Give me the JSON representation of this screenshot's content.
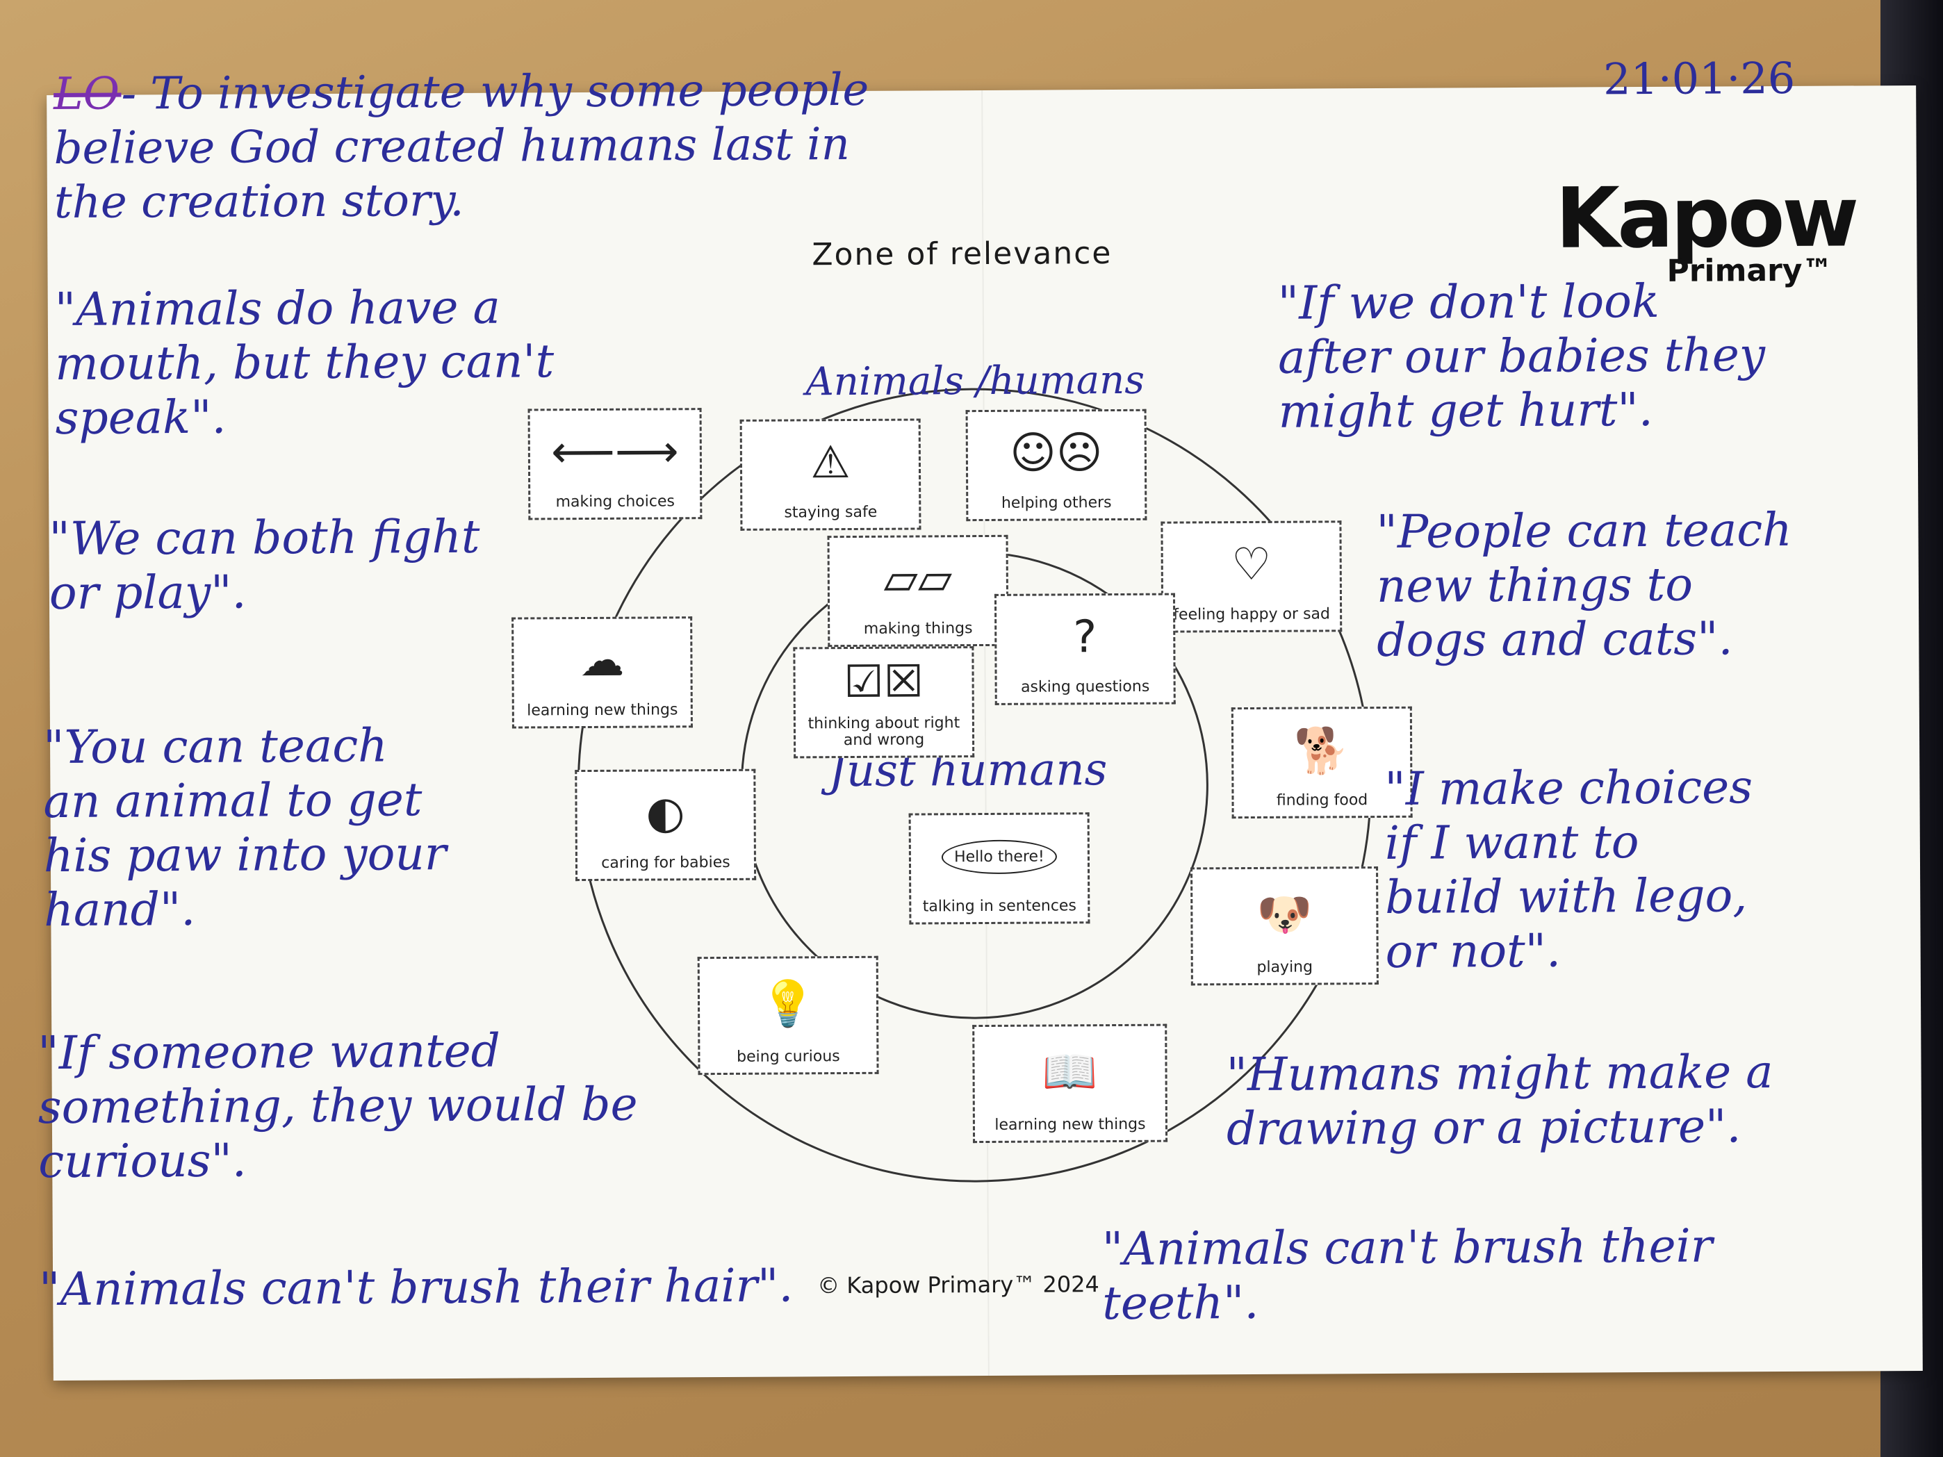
{
  "date": "21·01·26",
  "learning_objective": {
    "prefix": "LO",
    "text": "- To investigate why some people\nbelieve God created humans last in\nthe creation story."
  },
  "logo": {
    "name": "Kapow",
    "sub": "Primary™"
  },
  "diagram": {
    "title": "Zone of relevance",
    "outer_ring_label": "Animals /humans",
    "inner_ring_label": "Just humans",
    "copyright": "© Kapow Primary™ 2024"
  },
  "cards": [
    {
      "label": "making choices",
      "icon": "arrows-icon"
    },
    {
      "label": "staying safe",
      "icon": "warning-icon"
    },
    {
      "label": "helping others",
      "icon": "faces-icon"
    },
    {
      "label": "feeling happy or sad",
      "icon": "heart-icon"
    },
    {
      "label": "making things",
      "icon": "bricks-icon"
    },
    {
      "label": "asking questions",
      "icon": "question-icon"
    },
    {
      "label": "learning new things",
      "icon": "thought-cloud-icon"
    },
    {
      "label": "thinking about right and wrong",
      "icon": "tick-cross-icon"
    },
    {
      "label": "finding food",
      "icon": "dog-bowl-icon"
    },
    {
      "label": "caring for babies",
      "icon": "baby-icon"
    },
    {
      "label": "talking in sentences",
      "icon": "speech-bubble-icon",
      "bubble": "Hello there!"
    },
    {
      "label": "playing",
      "icon": "playing-dog-icon"
    },
    {
      "label": "being curious",
      "icon": "lightbulb-icon"
    },
    {
      "label": "learning new things",
      "icon": "book-icon"
    }
  ],
  "quotes": [
    "\"Animals do have a\nmouth, but they can't\nspeak\".",
    "\"We can both fight\nor play\".",
    "\"You can teach\nan animal to get\nhis paw into your\nhand\".",
    "\"If someone wanted\nsomething, they would be\ncurious\".",
    "\"Animals can't brush their hair\".",
    "\"If we don't look\nafter our babies they\nmight get hurt\".",
    "\"People can teach\nnew things to\ndogs and cats\".",
    "\"I make choices\nif I want to\nbuild with lego,\nor not\".",
    "\"Humans might make a\ndrawing or a picture\".",
    "\"Animals can't brush their\nteeth\"."
  ],
  "colors": {
    "ink": "#2c2d9a",
    "lo_mark": "#7a2fb0",
    "paper": "#f8f8f3",
    "table": "#b98f57"
  }
}
